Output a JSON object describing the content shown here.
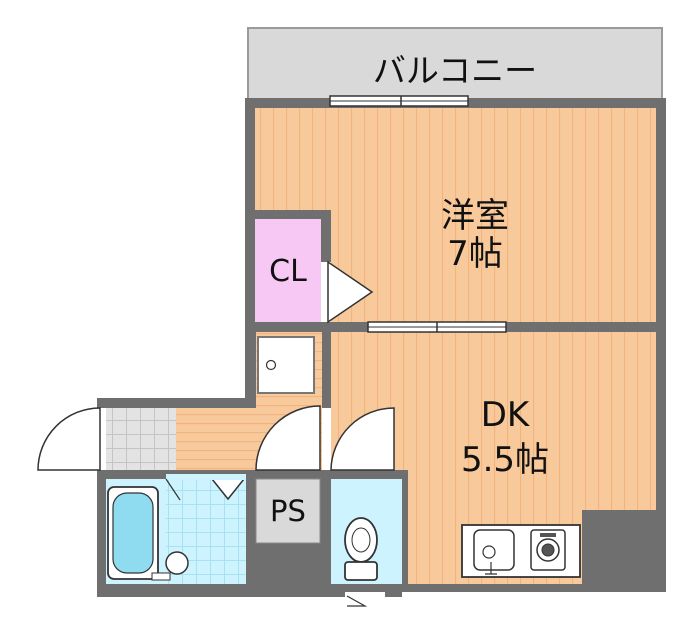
{
  "balcony": {
    "label": "バルコニー"
  },
  "rooms": {
    "western": {
      "name": "洋室",
      "size": "7帖"
    },
    "dk": {
      "name": "DK",
      "size": "5.5帖"
    },
    "closet": {
      "label": "CL"
    },
    "pipe_space": {
      "label": "PS"
    }
  },
  "colors": {
    "wall": "#6f6f6f",
    "floor_wood": "#f8c99a",
    "floor_stripe": "#f2b47f",
    "balcony": "#d9d9d9",
    "closet": "#f6c8f3",
    "bath": "#cdf3ff",
    "tub": "#8fdcf0",
    "entry_tile": "#e3e3e3"
  }
}
